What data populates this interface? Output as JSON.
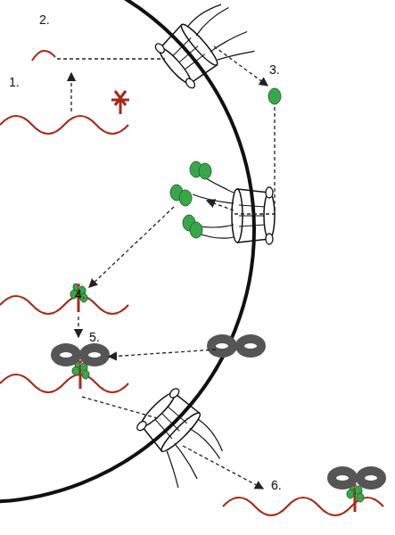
{
  "diagram": {
    "labels": [
      "1.",
      "2.",
      "3.",
      "4.",
      "5.",
      "6."
    ]
  }
}
